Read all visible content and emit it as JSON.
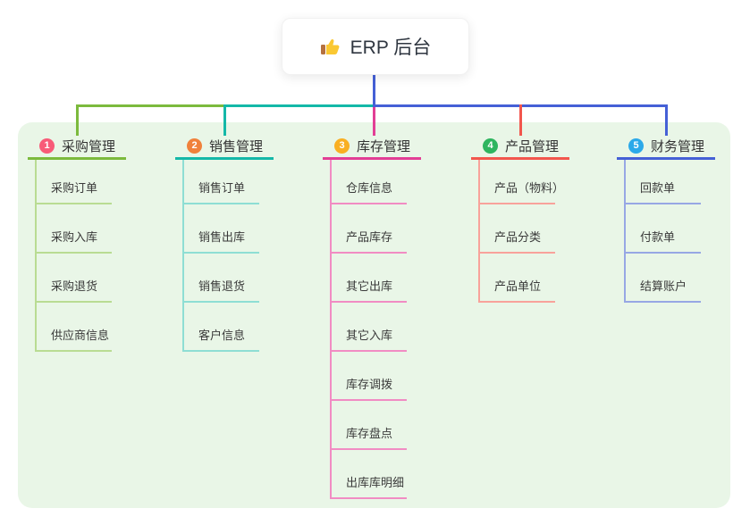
{
  "root": {
    "label": "ERP 后台",
    "icon": "thumbs-up-icon"
  },
  "colors": {
    "panel_bg": "#e9f6e7",
    "root_stem": "#4560d6",
    "node_text": "#333333",
    "card_bg": "#ffffff"
  },
  "branches": [
    {
      "num": "1",
      "label": "采购管理",
      "badge_color": "#f85b78",
      "line_color": "#7cba3d",
      "child_line_color": "#b9dc93",
      "children": [
        "采购订单",
        "采购入库",
        "采购退货",
        "供应商信息"
      ]
    },
    {
      "num": "2",
      "label": "销售管理",
      "badge_color": "#f0813b",
      "line_color": "#14b8a8",
      "child_line_color": "#8eded4",
      "children": [
        "销售订单",
        "销售出库",
        "销售退货",
        "客户信息"
      ]
    },
    {
      "num": "3",
      "label": "库存管理",
      "badge_color": "#f9af22",
      "line_color": "#e23e95",
      "child_line_color": "#f18cc3",
      "children": [
        "仓库信息",
        "产品库存",
        "其它出库",
        "其它入库",
        "库存调拨",
        "库存盘点",
        "出库库明细"
      ]
    },
    {
      "num": "4",
      "label": "产品管理",
      "badge_color": "#2eb55f",
      "line_color": "#f2564d",
      "child_line_color": "#f8a29b",
      "children": [
        "产品（物料）",
        "产品分类",
        "产品单位"
      ]
    },
    {
      "num": "5",
      "label": "财务管理",
      "badge_color": "#2ba9e9",
      "line_color": "#4560d6",
      "child_line_color": "#97a7e4",
      "children": [
        "回款单",
        "付款单",
        "结算账户"
      ]
    }
  ]
}
